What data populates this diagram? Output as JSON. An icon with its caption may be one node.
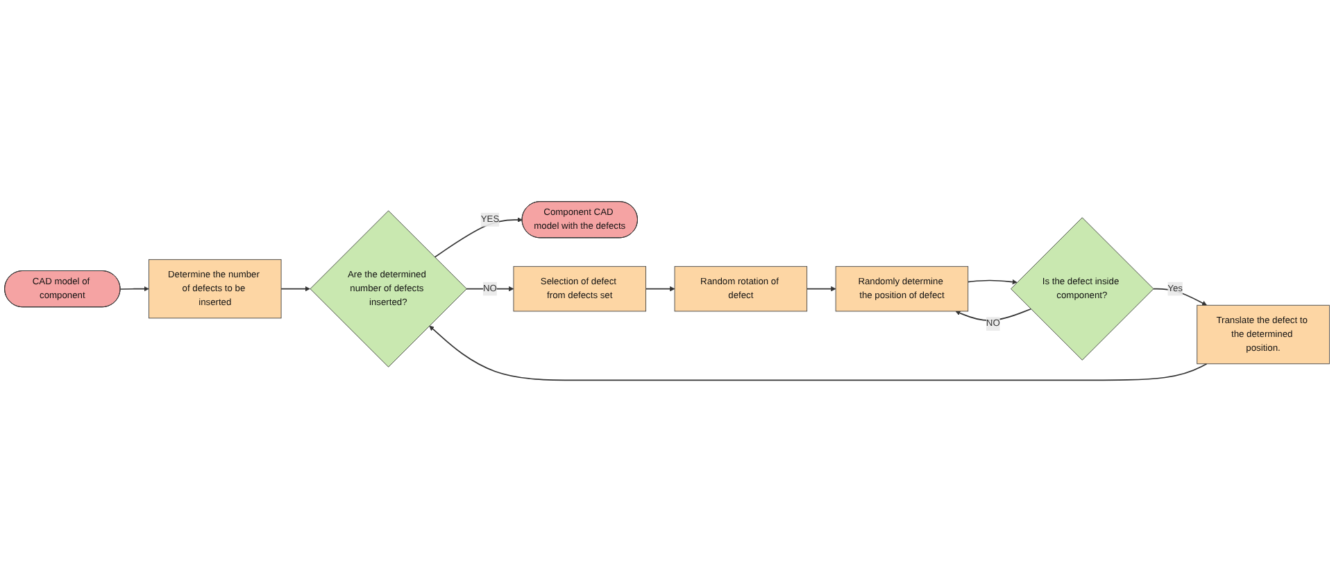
{
  "diagram": {
    "nodes": [
      {
        "text": [
          "CAD model of component"
        ]
      },
      {
        "text": [
          "Determine the number of defects to be inserted"
        ]
      },
      {
        "text": [
          "Are the determined number of defects inserted?"
        ]
      },
      {
        "text": [
          "Component CAD model with the defects"
        ]
      },
      {
        "text": [
          "Selection of defect from defects set"
        ]
      },
      {
        "text": [
          "Random rotation of defect"
        ]
      },
      {
        "text": [
          "Randomly determine the position of defect"
        ]
      },
      {
        "text": [
          "Is the defect inside component?"
        ]
      },
      {
        "text": [
          "Translate the defect to the determined position."
        ]
      }
    ],
    "edges": [
      {
        "from": 0,
        "to": 1,
        "arrow": "to"
      },
      {
        "from": 1,
        "to": 2,
        "arrow": "to"
      },
      {
        "from": 2,
        "to": 3,
        "arrow": "to",
        "label": "YES"
      },
      {
        "from": 2,
        "to": 4,
        "arrow": "to",
        "label": "NO"
      },
      {
        "from": 4,
        "to": 5,
        "arrow": "to"
      },
      {
        "from": 5,
        "to": 6,
        "arrow": "to"
      },
      {
        "from": 6,
        "to": 7,
        "arrow": "to"
      },
      {
        "from": 7,
        "to": 6,
        "arrow": "to",
        "label": "NO"
      },
      {
        "from": 7,
        "to": 8,
        "arrow": "to",
        "label": "Yes"
      },
      {
        "from": 8,
        "to": 2,
        "arrow": "to"
      }
    ]
  }
}
